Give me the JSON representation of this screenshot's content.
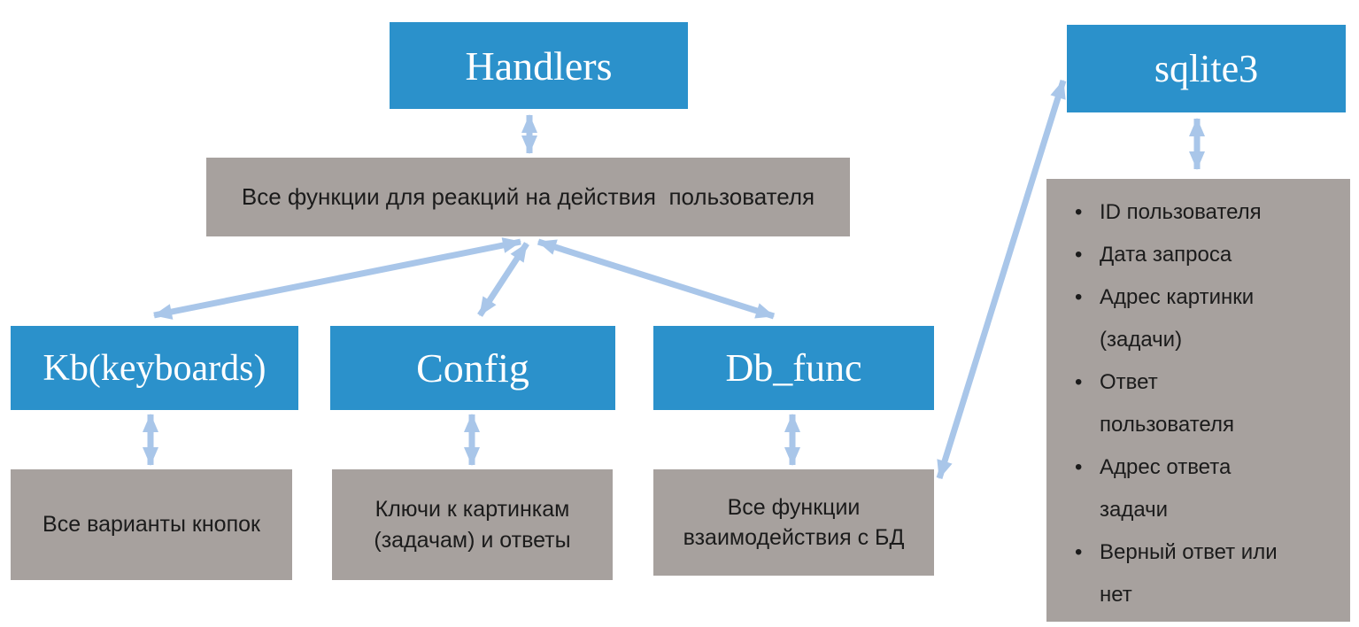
{
  "nodes": {
    "handlers": "Handlers",
    "handlers_desc": "Все функции для реакций на действия  пользователя",
    "kb": "Kb(keyboards)",
    "config": "Config",
    "db_func": "Db_func",
    "kb_desc": "Все варианты кнопок",
    "config_desc": "Ключи к картинкам (задачам) и ответы",
    "db_func_desc": "Все функции взаимодействия с БД",
    "sqlite3": "sqlite3",
    "sqlite3_fields": [
      "ID пользователя",
      "Дата запроса",
      "Адрес картинки (задачи)",
      "Ответ пользователя",
      "Адрес ответа задачи",
      "Верный ответ или нет"
    ]
  },
  "colors": {
    "node_primary": "#2B91CB",
    "node_secondary": "#A7A19E",
    "arrow": "#A9C6E9",
    "text_on_primary": "#FFFFFF",
    "text_on_secondary": "#1B1B1B"
  }
}
